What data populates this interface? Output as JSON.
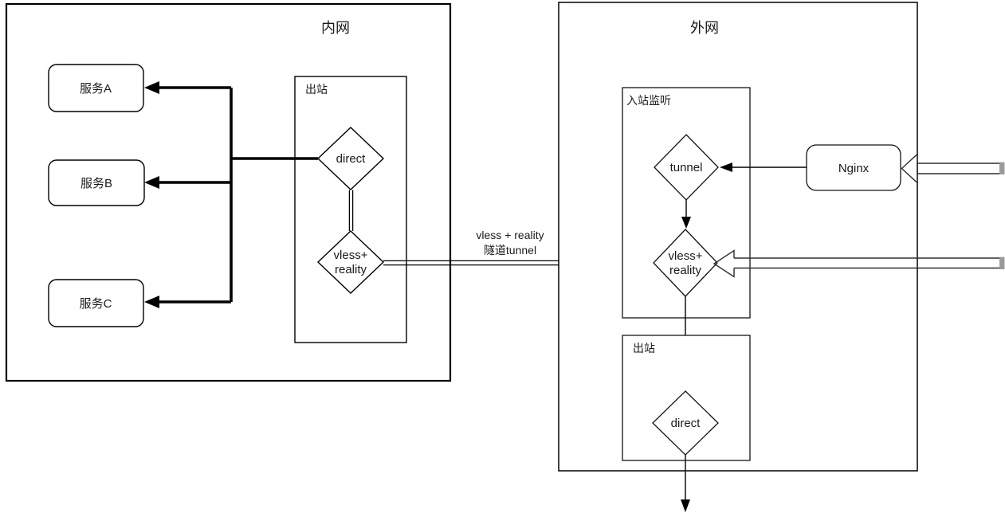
{
  "diagram": {
    "intranet": {
      "title": "内网",
      "services": [
        {
          "label": "服务A"
        },
        {
          "label": "服务B"
        },
        {
          "label": "服务C"
        }
      ],
      "outbound_group": {
        "label": "出站",
        "direct_node": "direct",
        "vless_node_line1": "vless+",
        "vless_node_line2": "reality"
      }
    },
    "tunnel_link": {
      "label_line1": "vless + reality",
      "label_line2": "隧道tunnel"
    },
    "extranet": {
      "title": "外网",
      "inbound_group": {
        "label": "入站监听",
        "tunnel_node": "tunnel",
        "vless_node_line1": "vless+",
        "vless_node_line2": "reality"
      },
      "outbound_group": {
        "label": "出站",
        "direct_node": "direct"
      },
      "nginx_node": "Nginx"
    },
    "colors": {
      "stroke": "#000000",
      "background": "#ffffff",
      "arrow_cap": "#9b9b9b"
    }
  }
}
